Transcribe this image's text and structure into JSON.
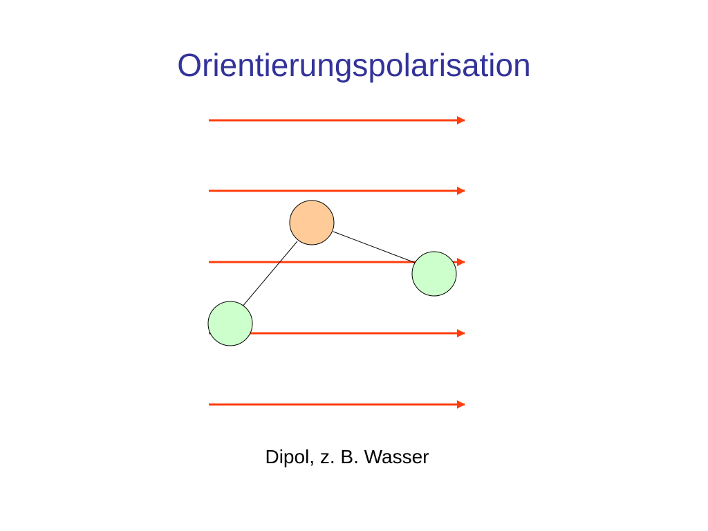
{
  "slide": {
    "title": "Orientierungspolarisation",
    "caption": "Dipol, z. B. Wasser"
  },
  "diagram": {
    "field_line_count": 5,
    "field_line_color": "#ff3d0d",
    "dipole": {
      "center_atom_color": "#ffcc99",
      "outer_atom_color": "#ccffcc",
      "bond_color": "#000000",
      "atom_stroke_color": "#000000"
    }
  }
}
